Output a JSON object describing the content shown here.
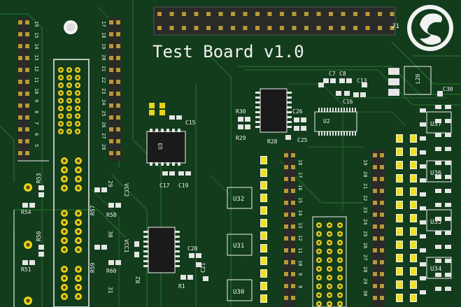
{
  "board": {
    "title": "Test Board v1.0",
    "colors": {
      "solder_mask": "#123c1c",
      "copper_trace": "#1f5a26",
      "silkscreen": "#f2f2f2",
      "pad_gold": "#e8d21c",
      "chip_body": "#1a1a1a",
      "header_body": "#2a2a28"
    }
  },
  "silkscreen_labels": {
    "j1": "J1",
    "j_left_pins": [
      "19",
      "15",
      "14",
      "13",
      "12",
      "11",
      "10",
      "9",
      "8",
      "7",
      "6",
      "5"
    ],
    "j_mid_pins": [
      "17",
      "18",
      "19",
      "20",
      "21",
      "22",
      "23",
      "24",
      "25",
      "26",
      "27",
      "28"
    ],
    "u3": "U3",
    "c15": "C15",
    "c17": "C17",
    "c19": "C19",
    "r30": "R30",
    "r29": "R29",
    "r28": "R28",
    "c26": "C26",
    "c25": "C25",
    "u2": "U2",
    "c7": "C7",
    "c8": "C8",
    "c13": "C13",
    "c16": "C16",
    "l28": "L28",
    "c30": "C30",
    "u37": "U37",
    "u36": "U36",
    "u35": "U35",
    "u34": "U34",
    "u32": "U32",
    "u31": "U31",
    "u30": "U30",
    "r53": "R53",
    "r54": "R54",
    "r50": "R50",
    "r51": "R51",
    "r57": "R57",
    "r58": "R58",
    "r59": "R59",
    "r60": "R60",
    "r1": "R1",
    "r2": "R2",
    "c20": "C20",
    "c21": "C21",
    "vcc2": "VCC2",
    "vcc1": "VCC1",
    "n29": "29",
    "n30": "30",
    "n31": "31",
    "center_header_pins": [
      "18",
      "17",
      "16",
      "15",
      "14",
      "13",
      "12",
      "11",
      "10",
      "9",
      "8"
    ],
    "right_header_pins": [
      "19",
      "20",
      "21",
      "22",
      "23",
      "24",
      "25",
      "26",
      "27",
      "28",
      "29",
      "30"
    ]
  },
  "logo": {
    "icon": "brand-swirl-logo"
  }
}
